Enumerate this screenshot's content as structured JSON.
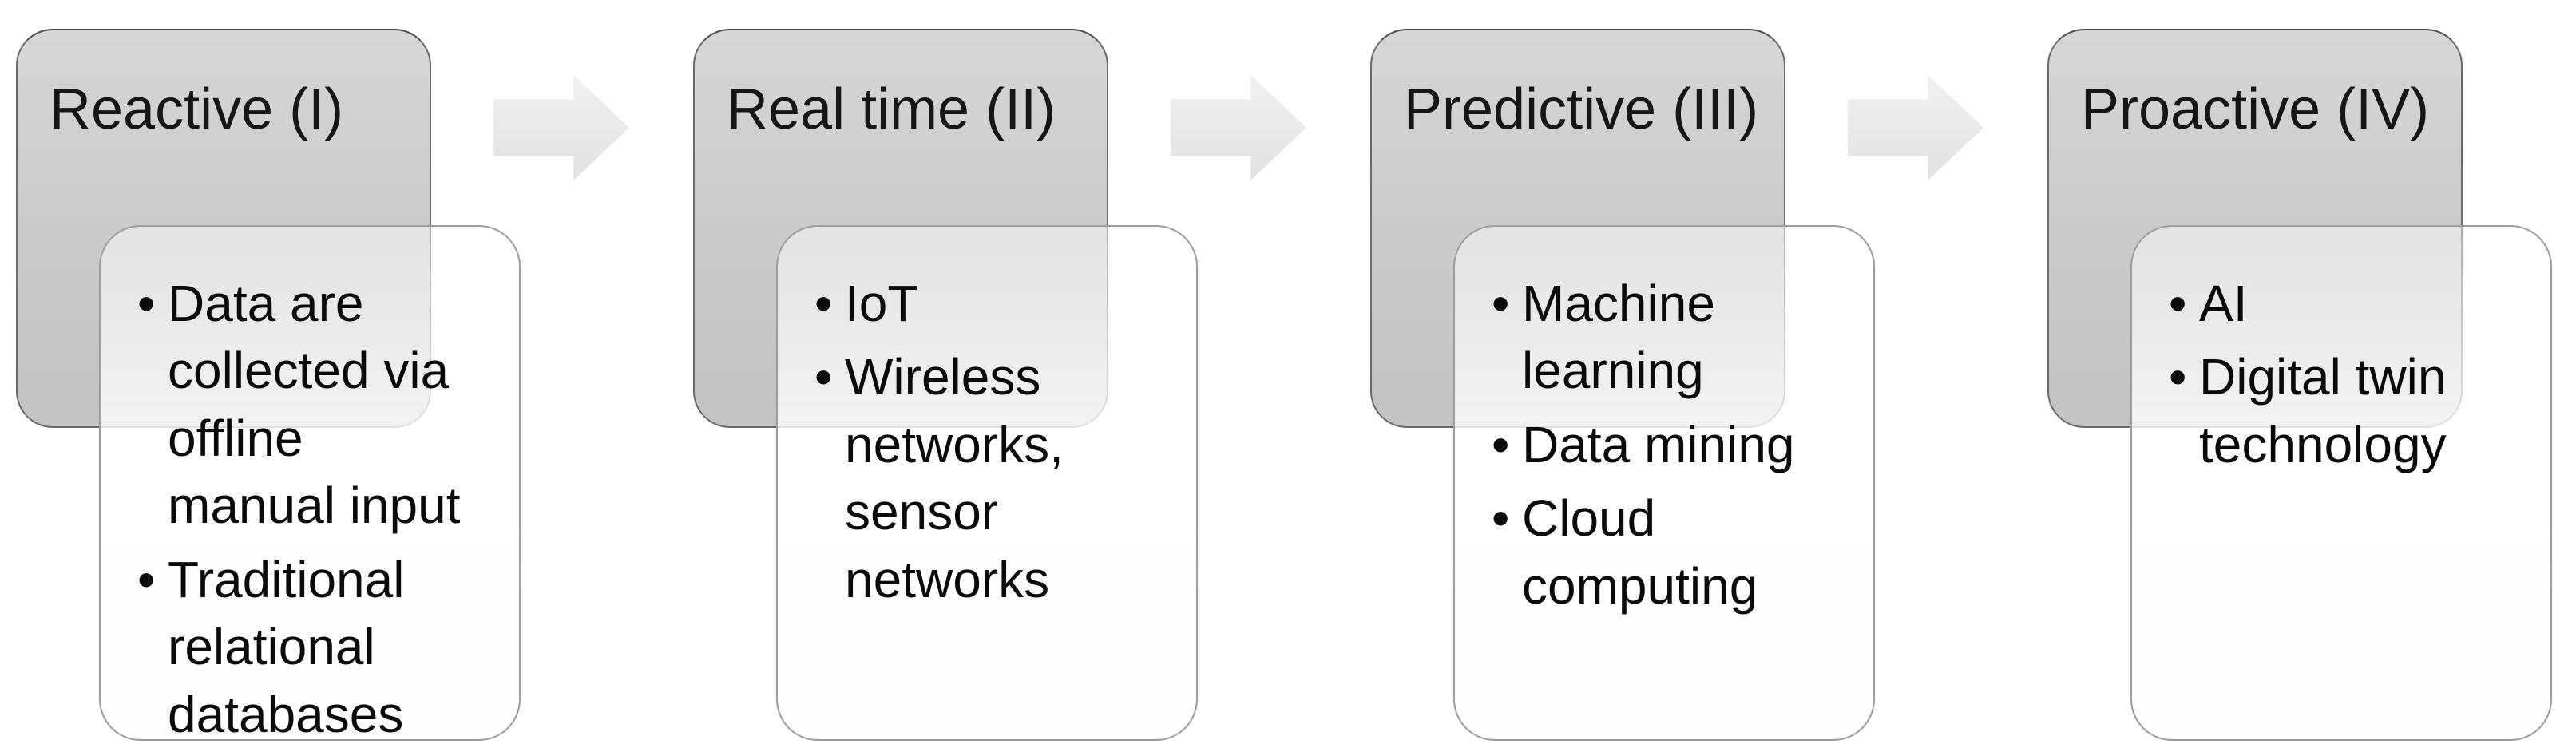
{
  "diagram": {
    "type": "process-flow",
    "direction": "left-to-right",
    "bullet_glyph": "•",
    "connector_icon": "right-block-arrow",
    "colors": {
      "stage_box_fill_top": "#d6d6d6",
      "stage_box_fill_bottom": "#c3c3c3",
      "stage_box_border": "#6a6a6a",
      "content_box_border": "#9c9c9c",
      "content_box_fill": "rgba(255,255,255,0.8)",
      "arrow_fill": "#e8e8e8",
      "title_text": "#161616",
      "bullet_text": "#0a0a0a",
      "background": "#ffffff"
    },
    "stages": [
      {
        "title": "Reactive (I)",
        "bullets": [
          "Data are collected via offline manual input",
          "Traditional relational databases"
        ]
      },
      {
        "title": "Real time (II)",
        "bullets": [
          "IoT",
          "Wireless networks, sensor networks"
        ]
      },
      {
        "title": "Predictive (III)",
        "bullets": [
          "Machine learning",
          "Data mining",
          "Cloud computing"
        ]
      },
      {
        "title": "Proactive (IV)",
        "bullets": [
          "AI",
          "Digital twin technology"
        ]
      }
    ]
  }
}
